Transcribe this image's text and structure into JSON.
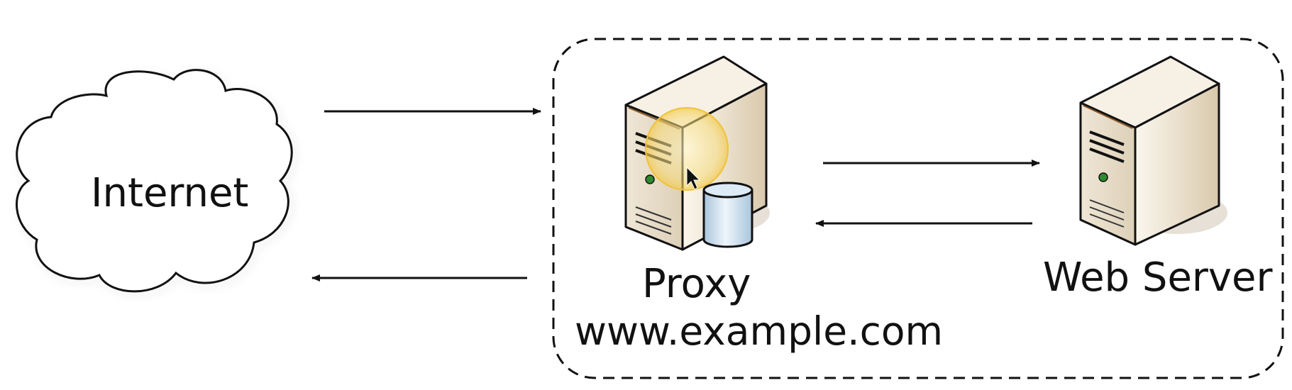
{
  "diagram": {
    "cloud_label": "Internet",
    "proxy_label": "Proxy",
    "proxy_domain": "www.example.com",
    "server_label": "Web Server"
  },
  "colors": {
    "stroke": "#111111",
    "server_light": "#efe6d6",
    "server_mid": "#ddd0b8",
    "server_dark": "#c7b596",
    "server_top": "#f6f0e5",
    "db_blue": "#bcd4e6",
    "highlight": "#f6d35a",
    "led": "#2e8a2e"
  },
  "icons": [
    "cloud-icon",
    "server-icon",
    "database-icon",
    "cursor-icon",
    "arrow-icon"
  ]
}
